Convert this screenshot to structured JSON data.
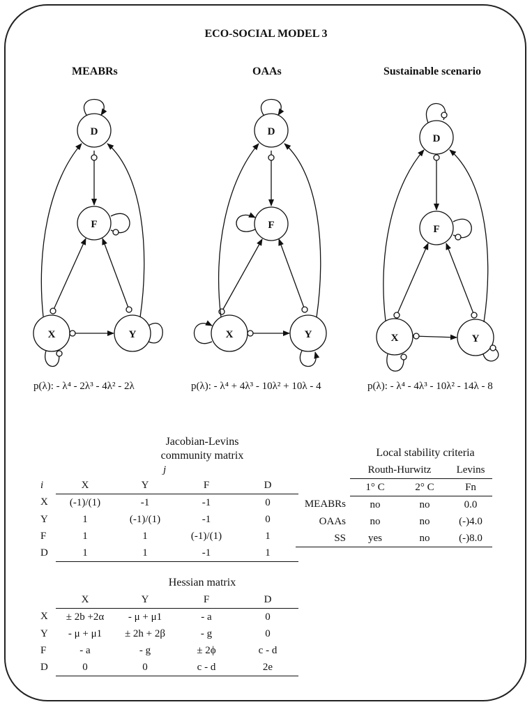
{
  "title": "ECO-SOCIAL MODEL 3",
  "panels": [
    {
      "title": "MEABRs",
      "nodes": [
        "D",
        "F",
        "X",
        "Y"
      ],
      "polynomial": "p(λ): - λ⁴ - 2λ³ - 4λ² - 2λ"
    },
    {
      "title": "OAAs",
      "nodes": [
        "D",
        "F",
        "X",
        "Y"
      ],
      "polynomial": "p(λ): - λ⁴ + 4λ³ - 10λ² + 10λ - 4"
    },
    {
      "title": "Sustainable scenario",
      "nodes": [
        "D",
        "F",
        "X",
        "Y"
      ],
      "polynomial": "p(λ): - λ⁴ - 4λ³ - 10λ² - 14λ - 8"
    }
  ],
  "jacobian": {
    "caption_line1": "Jacobian-Levins",
    "caption_line2": "community matrix",
    "col_index": "j",
    "row_index": "i",
    "columns": [
      "X",
      "Y",
      "F",
      "D"
    ],
    "rows": [
      {
        "label": "X",
        "cells": [
          "(-1)/(1)",
          "-1",
          "-1",
          "0"
        ]
      },
      {
        "label": "Y",
        "cells": [
          "1",
          "(-1)/(1)",
          "-1",
          "0"
        ]
      },
      {
        "label": "F",
        "cells": [
          "1",
          "1",
          "(-1)/(1)",
          "1"
        ]
      },
      {
        "label": "D",
        "cells": [
          "1",
          "1",
          "-1",
          "1"
        ]
      }
    ]
  },
  "hessian": {
    "caption": "Hessian matrix",
    "columns": [
      "X",
      "Y",
      "F",
      "D"
    ],
    "rows": [
      {
        "label": "X",
        "cells": [
          "± 2b +2α",
          "- μ + μ1",
          "- a",
          "0"
        ]
      },
      {
        "label": "Y",
        "cells": [
          "- μ + μ1",
          "± 2h + 2β",
          "- g",
          "0"
        ]
      },
      {
        "label": "F",
        "cells": [
          "- a",
          "- g",
          "± 2ϕ",
          "c - d"
        ]
      },
      {
        "label": "D",
        "cells": [
          "0",
          "0",
          "c - d",
          "2e"
        ]
      }
    ]
  },
  "stability": {
    "caption": "Local stability criteria",
    "group1": "Routh-Hurwitz",
    "group2": "Levins",
    "columns": [
      "1° C",
      "2° C",
      "Fn"
    ],
    "rows": [
      {
        "label": "MEABRs",
        "cells": [
          "no",
          "no",
          "0.0"
        ]
      },
      {
        "label": "OAAs",
        "cells": [
          "no",
          "no",
          "(-)4.0"
        ]
      },
      {
        "label": "SS",
        "cells": [
          "yes",
          "no",
          "(-)8.0"
        ]
      }
    ]
  }
}
